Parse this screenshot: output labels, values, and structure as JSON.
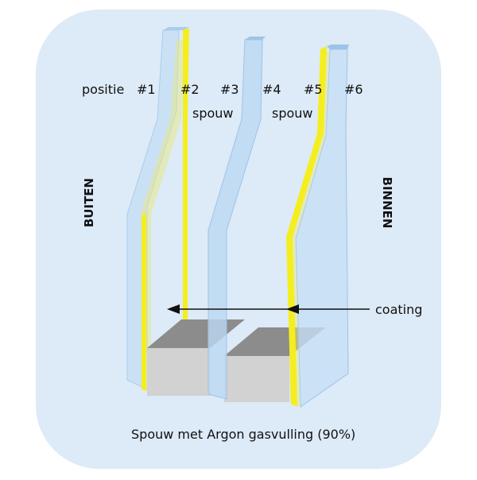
{
  "labels": {
    "positie": "positie",
    "positions": [
      "#1",
      "#2",
      "#3",
      "#4",
      "#5",
      "#6"
    ],
    "cavity_1": "spouw",
    "cavity_2": "spouw",
    "outside": "BUITEN",
    "inside": "BINNEN",
    "coating": "coating",
    "caption": "Spouw met Argon gasvulling (90%)"
  },
  "colors": {
    "background_panel": "#ddeaf7",
    "glass": "#bcd8f2",
    "glass_edge": "#9cc4e8",
    "coating": "#f5ee1e",
    "spacer_dark": "#9b9b9b",
    "spacer_light": "#d2d2d2",
    "arrow": "#111111"
  }
}
